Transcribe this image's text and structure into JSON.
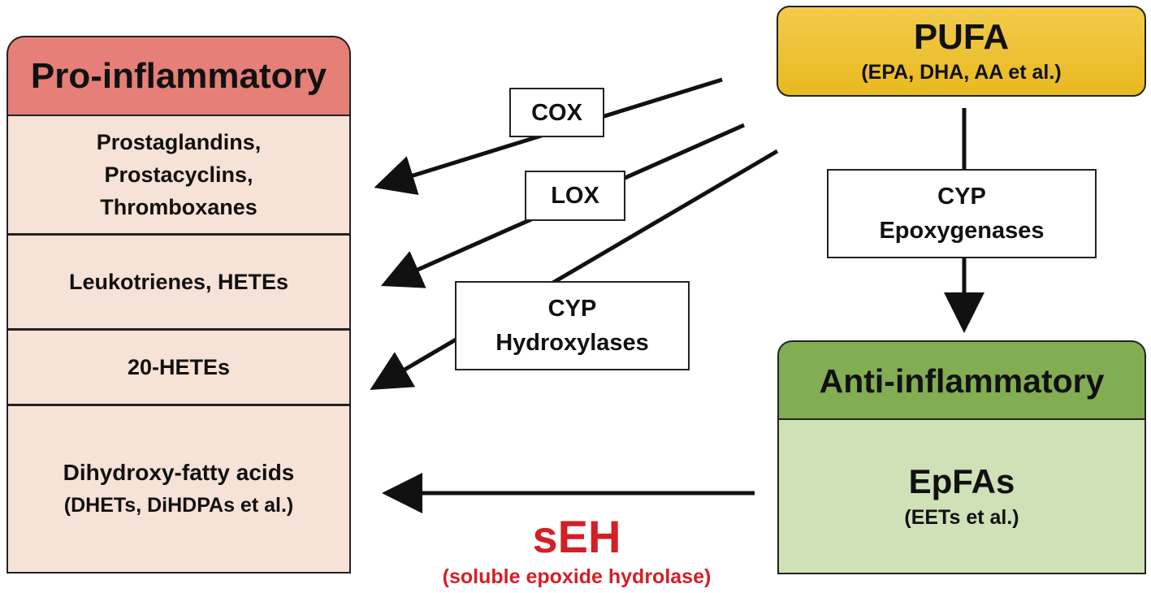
{
  "pro_inflammatory": {
    "title": "Pro-inflammatory",
    "cells": [
      {
        "lines": [
          "Prostaglandins,",
          "Prostacyclins,",
          "Thromboxanes"
        ]
      },
      {
        "lines": [
          "Leukotrienes, HETEs"
        ]
      },
      {
        "lines": [
          "20-HETEs"
        ]
      },
      {
        "lines": [
          "Dihydroxy-fatty acids",
          "(DHETs, DiHDPAs et al.)"
        ]
      }
    ]
  },
  "pufa": {
    "title": "PUFA",
    "subtitle": "(EPA, DHA, AA et al.)"
  },
  "anti_inflammatory": {
    "title": "Anti-inflammatory",
    "body_title": "EpFAs",
    "body_subtitle": "(EETs et al.)"
  },
  "enzymes": {
    "cox": "COX",
    "lox": "LOX",
    "cyp_hydroxylases": [
      "CYP",
      "Hydroxylases"
    ],
    "cyp_epoxygenases": [
      "CYP",
      "Epoxygenases"
    ]
  },
  "seh": {
    "title": "sEH",
    "subtitle": "(soluble epoxide hydrolase)"
  },
  "colors": {
    "pro_header": "#e57f78",
    "pro_cell": "#f6e2d6",
    "pufa": "#ecc02f",
    "anti_header": "#82ad52",
    "anti_body": "#cfe1b7",
    "seh_text": "#d31f26"
  }
}
